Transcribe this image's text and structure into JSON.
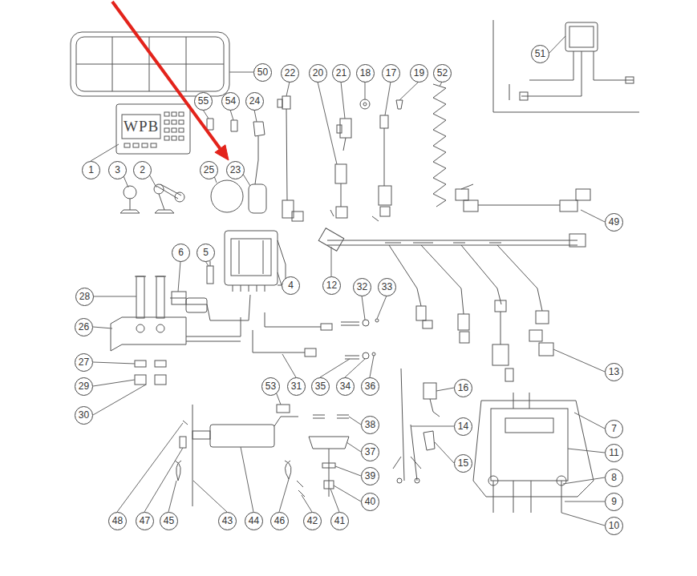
{
  "diagram": {
    "labels": [
      "WPB",
      "50",
      "55",
      "54",
      "24",
      "22",
      "20",
      "21",
      "18",
      "17",
      "19",
      "52",
      "51",
      "1",
      "3",
      "2",
      "25",
      "23",
      "49",
      "6",
      "5",
      "4",
      "12",
      "32",
      "33",
      "28",
      "26",
      "27",
      "13",
      "29",
      "30",
      "53",
      "31",
      "35",
      "34",
      "36",
      "16",
      "38",
      "14",
      "7",
      "37",
      "15",
      "11",
      "39",
      "8",
      "40",
      "9",
      "48",
      "47",
      "45",
      "43",
      "44",
      "46",
      "42",
      "41",
      "10"
    ]
  }
}
